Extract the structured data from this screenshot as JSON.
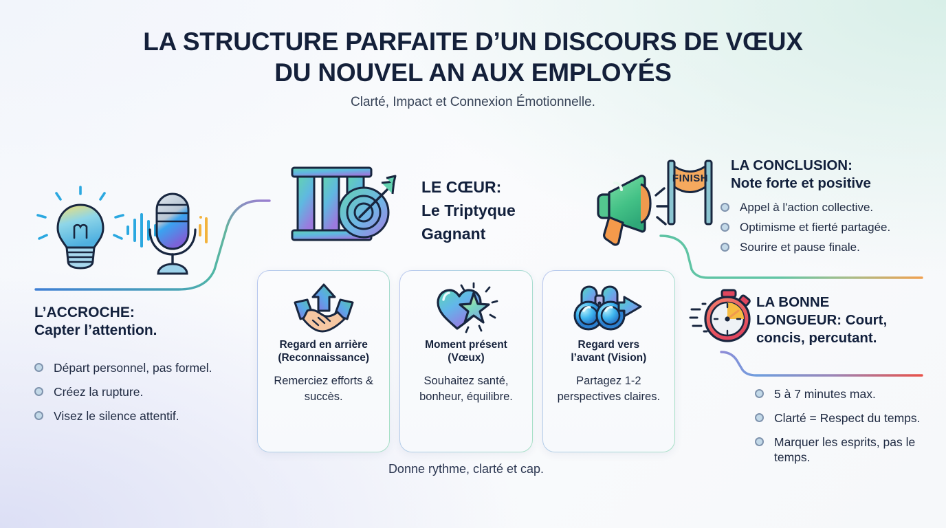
{
  "header": {
    "title_line1": "LA STRUCTURE PARFAITE D’UN DISCOURS DE VŒUX",
    "title_line2": "DU NOUVEL AN AUX EMPLOYÉS",
    "subtitle": "Clarté, Impact et Connexion Émotionnelle."
  },
  "sections": {
    "accroche": {
      "heading_line1": "L’ACCROCHE:",
      "heading_line2": "Capter l’attention.",
      "bullets": [
        "Départ personnel, pas formel.",
        "Créez la rupture.",
        "Visez le silence attentif."
      ],
      "icons": [
        "lightbulb-icon",
        "microphone-icon",
        "soundwave-icon"
      ]
    },
    "coeur": {
      "heading_line1": "LE CŒUR:",
      "heading_line2": "Le Triptyque",
      "heading_line3": "Gagnant",
      "icons": [
        "pillars-icon",
        "target-arrow-icon"
      ],
      "caption": "Donne rythme, clarté et cap.",
      "cards": [
        {
          "icon": "handshake-arrow-up-icon",
          "title_line1": "Regard en arrière",
          "title_line2": "(Reconnaissance)",
          "body": "Remerciez efforts & succès."
        },
        {
          "icon": "heart-star-icon",
          "title_line1": "Moment présent",
          "title_line2": "(Vœux)",
          "body": "Souhaitez santé, bonheur, équilibre."
        },
        {
          "icon": "binoculars-arrow-right-icon",
          "title_line1": "Regard vers",
          "title_line2": "l’avant (Vision)",
          "body": "Partagez 1-2 perspectives claires."
        }
      ]
    },
    "conclusion": {
      "heading_line1": "LA CONCLUSION:",
      "heading_line2": "Note forte et positive",
      "bullets": [
        "Appel à l'action collective.",
        "Optimisme et fierté partagée.",
        "Sourire et pause finale."
      ],
      "icons": [
        "megaphone-icon",
        "finish-flag-icon"
      ],
      "flag_label": "FINISH"
    },
    "longueur": {
      "heading_line1": "LA BONNE",
      "heading_line2": "LONGUEUR: Court,",
      "heading_line3": "concis, percutant.",
      "bullets": [
        "5 à 7 minutes max.",
        "Clarté = Respect du temps.",
        "Marquer les esprits, pas le temps."
      ],
      "icons": [
        "stopwatch-icon"
      ]
    }
  },
  "colors": {
    "ink": "#14203a",
    "body_text": "#1d2840",
    "bullet_fill": "#c3d9e8",
    "bullet_stroke": "#7f93ad",
    "connector_left_start": "#3f7fd4",
    "connector_left_end": "#9a7fd0",
    "connector_conclusion_start": "#5ec3a4",
    "connector_conclusion_end": "#f0a150",
    "connector_longueur_start": "#8e8ad6",
    "connector_longueur_end": "#e8524a",
    "accent_green": "#4cc79a",
    "accent_orange": "#f59a4b",
    "card_bg": "#fafbfd"
  }
}
